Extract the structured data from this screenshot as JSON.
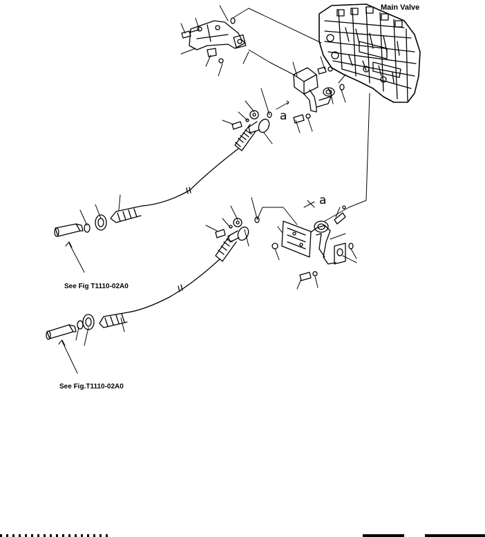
{
  "labels": {
    "main_valve": "Main Valve",
    "see_fig_1": "See Fig T1110-02A0",
    "see_fig_2": "See Fig.T1110-02A0",
    "ref_a_upper": "a",
    "ref_a_lower": "a"
  },
  "colors": {
    "ink": "#000000",
    "paper": "#ffffff"
  }
}
